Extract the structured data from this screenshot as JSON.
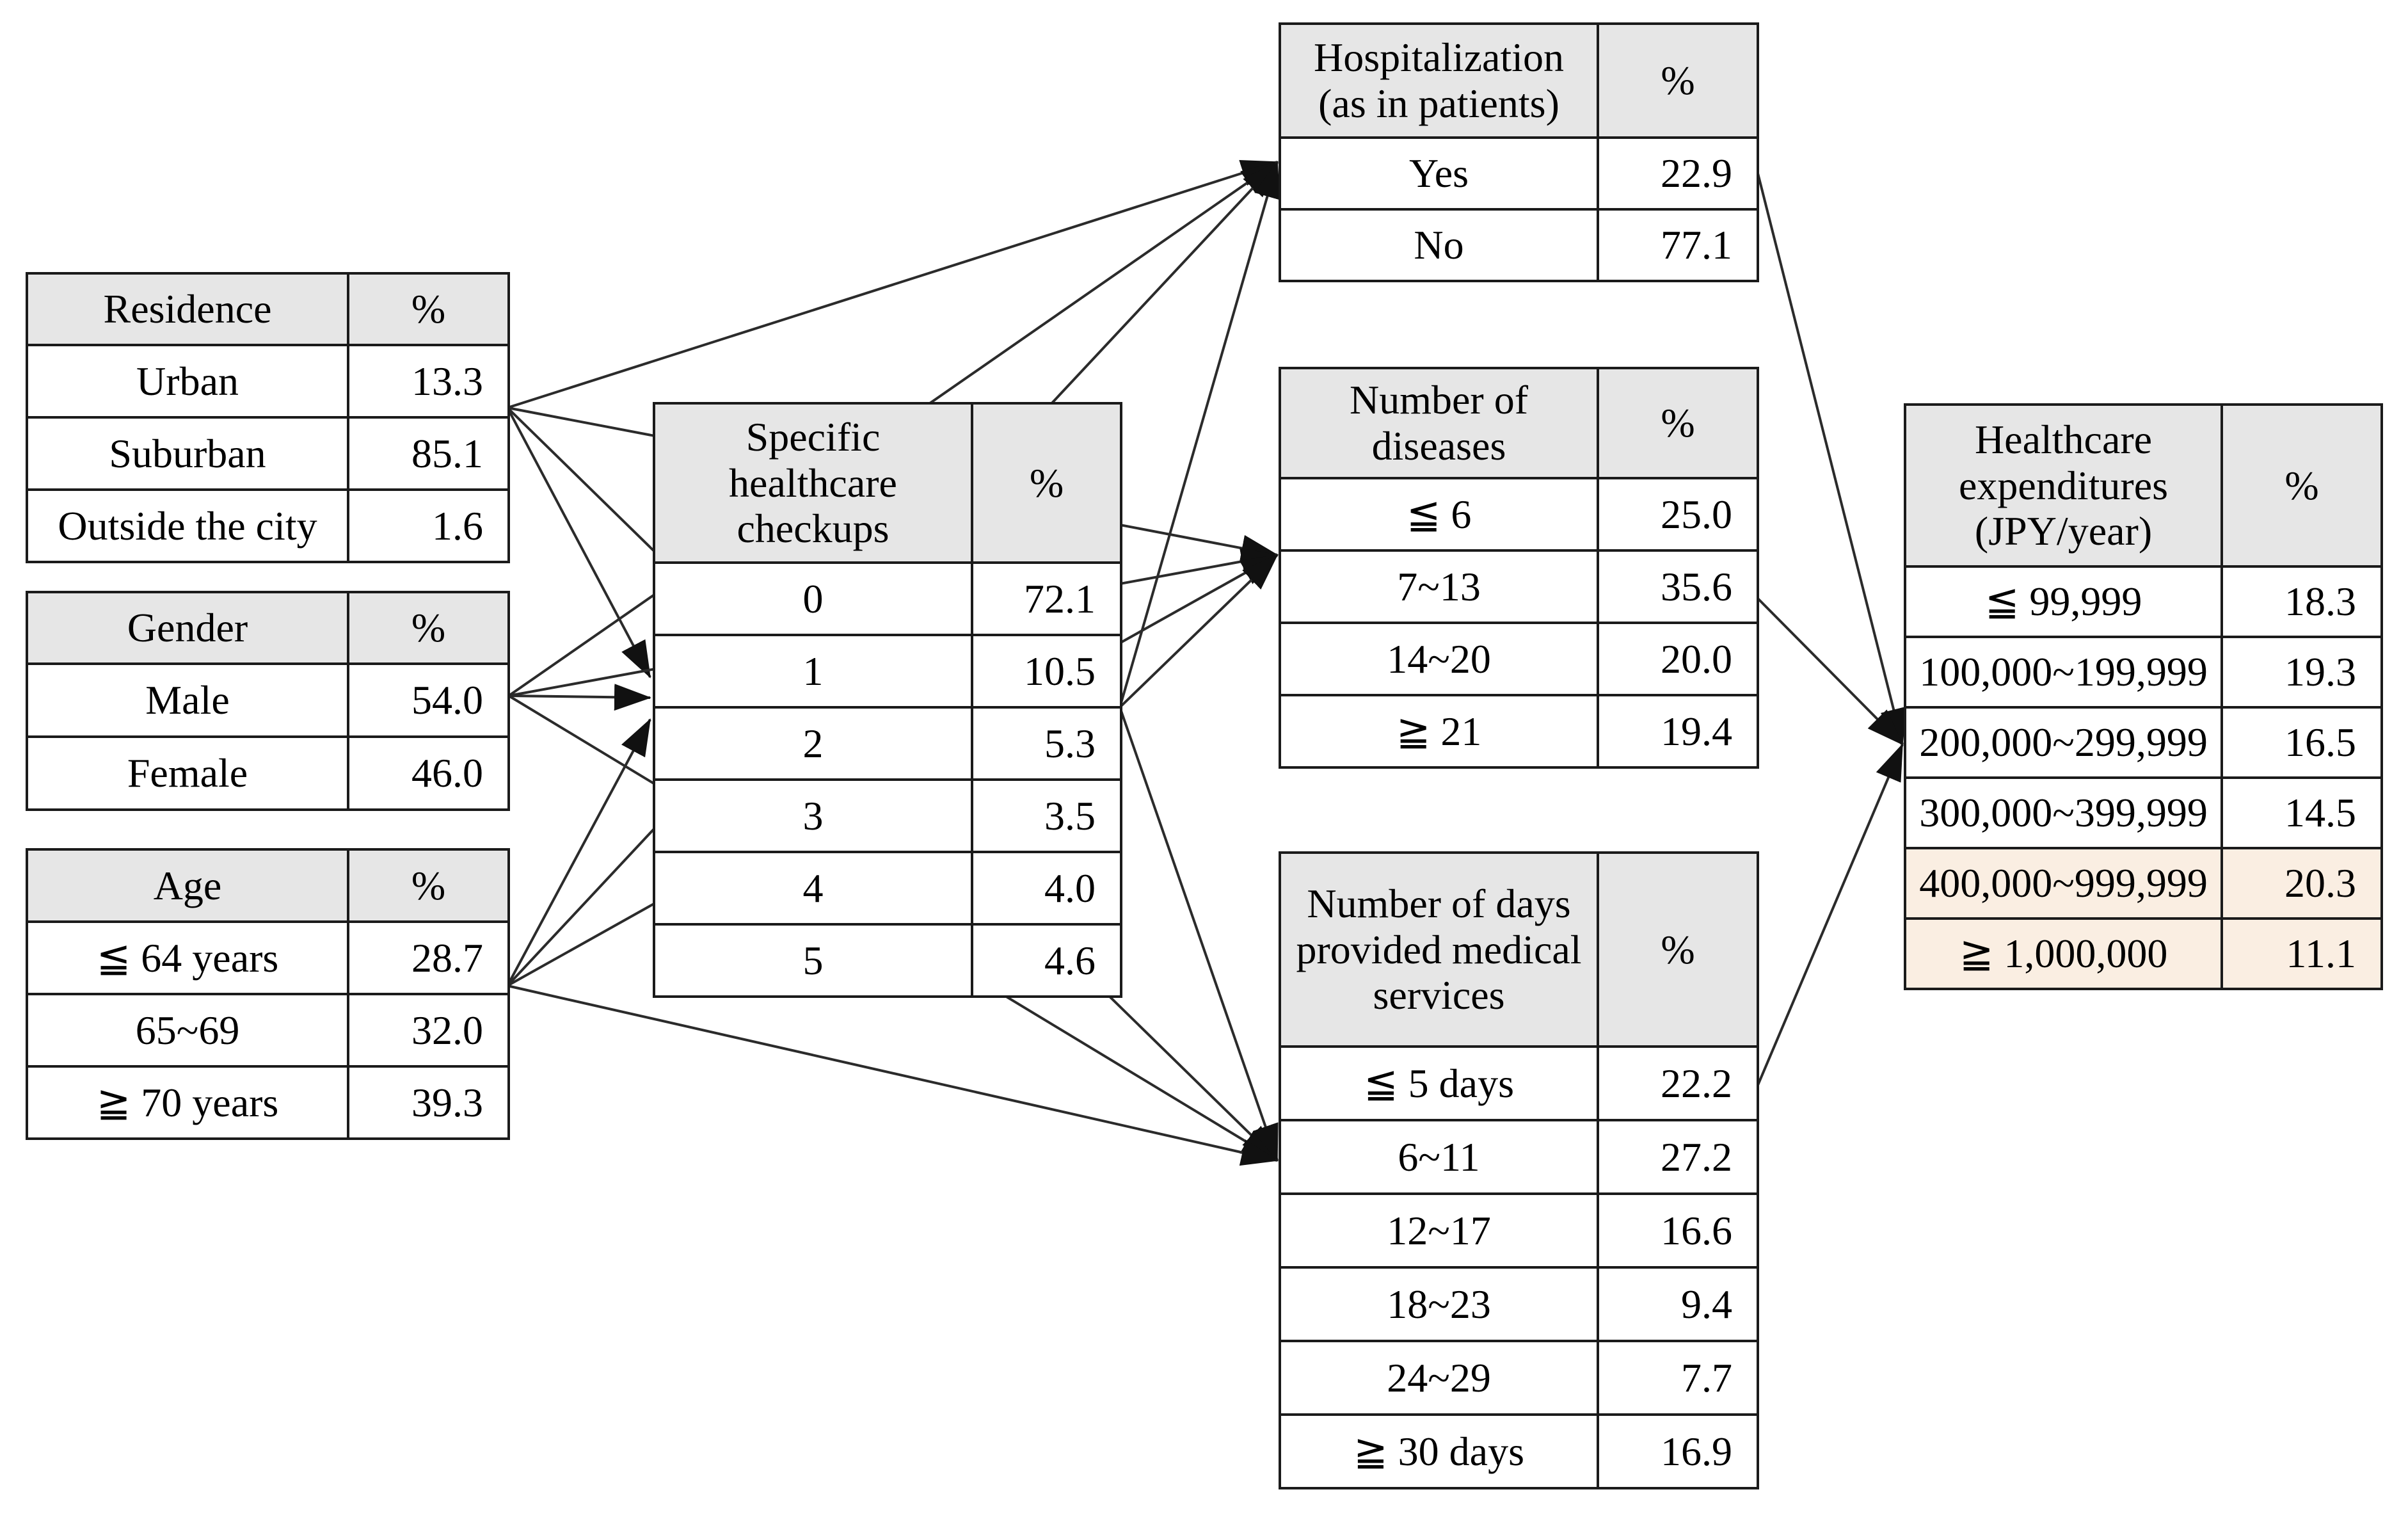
{
  "diagram": {
    "colors": {
      "header_fill": "#e6e6e6",
      "highlight_fill": "#faeee2",
      "border": "#1b1b1b",
      "edge": "#2b2b2b",
      "background": "#ffffff"
    },
    "tables": {
      "residence": {
        "title": "Residence",
        "pct_header": "%",
        "rows": [
          {
            "label": "Urban",
            "value": "13.3"
          },
          {
            "label": "Suburban",
            "value": "85.1"
          },
          {
            "label": "Outside the city",
            "value": "1.6"
          }
        ]
      },
      "gender": {
        "title": "Gender",
        "pct_header": "%",
        "rows": [
          {
            "label": "Male",
            "value": "54.0"
          },
          {
            "label": "Female",
            "value": "46.0"
          }
        ]
      },
      "age": {
        "title": "Age",
        "pct_header": "%",
        "rows": [
          {
            "label": "≦ 64 years",
            "value": "28.7"
          },
          {
            "label": "65~69",
            "value": "32.0"
          },
          {
            "label": "≧ 70 years",
            "value": "39.3"
          }
        ]
      },
      "checkups": {
        "title": "Specific healthcare checkups",
        "pct_header": "%",
        "rows": [
          {
            "label": "0",
            "value": "72.1"
          },
          {
            "label": "1",
            "value": "10.5"
          },
          {
            "label": "2",
            "value": "5.3"
          },
          {
            "label": "3",
            "value": "3.5"
          },
          {
            "label": "4",
            "value": "4.0"
          },
          {
            "label": "5",
            "value": "4.6"
          }
        ]
      },
      "hospitalization": {
        "title": "Hospitalization (as in patients)",
        "pct_header": "%",
        "rows": [
          {
            "label": "Yes",
            "value": "22.9"
          },
          {
            "label": "No",
            "value": "77.1"
          }
        ]
      },
      "diseases": {
        "title": "Number of diseases",
        "pct_header": "%",
        "rows": [
          {
            "label": "≦ 6",
            "value": "25.0"
          },
          {
            "label": "7~13",
            "value": "35.6"
          },
          {
            "label": "14~20",
            "value": "20.0"
          },
          {
            "label": "≧ 21",
            "value": "19.4"
          }
        ]
      },
      "days": {
        "title": "Number of days provided medical services",
        "pct_header": "%",
        "rows": [
          {
            "label": "≦ 5 days",
            "value": "22.2"
          },
          {
            "label": "6~11",
            "value": "27.2"
          },
          {
            "label": "12~17",
            "value": "16.6"
          },
          {
            "label": "18~23",
            "value": "9.4"
          },
          {
            "label": "24~29",
            "value": "7.7"
          },
          {
            "label": "≧ 30 days",
            "value": "16.9"
          }
        ]
      },
      "expenditures": {
        "title": "Healthcare expenditures (JPY/year)",
        "pct_header": "%",
        "rows": [
          {
            "label": "≦ 99,999",
            "value": "18.3"
          },
          {
            "label": "100,000~199,999",
            "value": "19.3"
          },
          {
            "label": "200,000~299,999",
            "value": "16.5"
          },
          {
            "label": "300,000~399,999",
            "value": "14.5"
          },
          {
            "label": "400,000~999,999",
            "value": "20.3"
          },
          {
            "label": "≧ 1,000,000",
            "value": "11.1"
          }
        ],
        "highlight_labels": [
          "400,000~999,999",
          "≧ 1,000,000"
        ]
      }
    },
    "edges": [
      {
        "from": "residence",
        "to": "checkups"
      },
      {
        "from": "gender",
        "to": "checkups"
      },
      {
        "from": "age",
        "to": "checkups"
      },
      {
        "from": "residence",
        "to": "hospitalization"
      },
      {
        "from": "gender",
        "to": "hospitalization"
      },
      {
        "from": "age",
        "to": "hospitalization"
      },
      {
        "from": "checkups",
        "to": "hospitalization"
      },
      {
        "from": "residence",
        "to": "diseases"
      },
      {
        "from": "gender",
        "to": "diseases"
      },
      {
        "from": "age",
        "to": "diseases"
      },
      {
        "from": "checkups",
        "to": "diseases"
      },
      {
        "from": "residence",
        "to": "days"
      },
      {
        "from": "gender",
        "to": "days"
      },
      {
        "from": "age",
        "to": "days"
      },
      {
        "from": "checkups",
        "to": "days"
      },
      {
        "from": "hospitalization",
        "to": "expenditures"
      },
      {
        "from": "diseases",
        "to": "expenditures"
      },
      {
        "from": "days",
        "to": "expenditures"
      }
    ]
  }
}
